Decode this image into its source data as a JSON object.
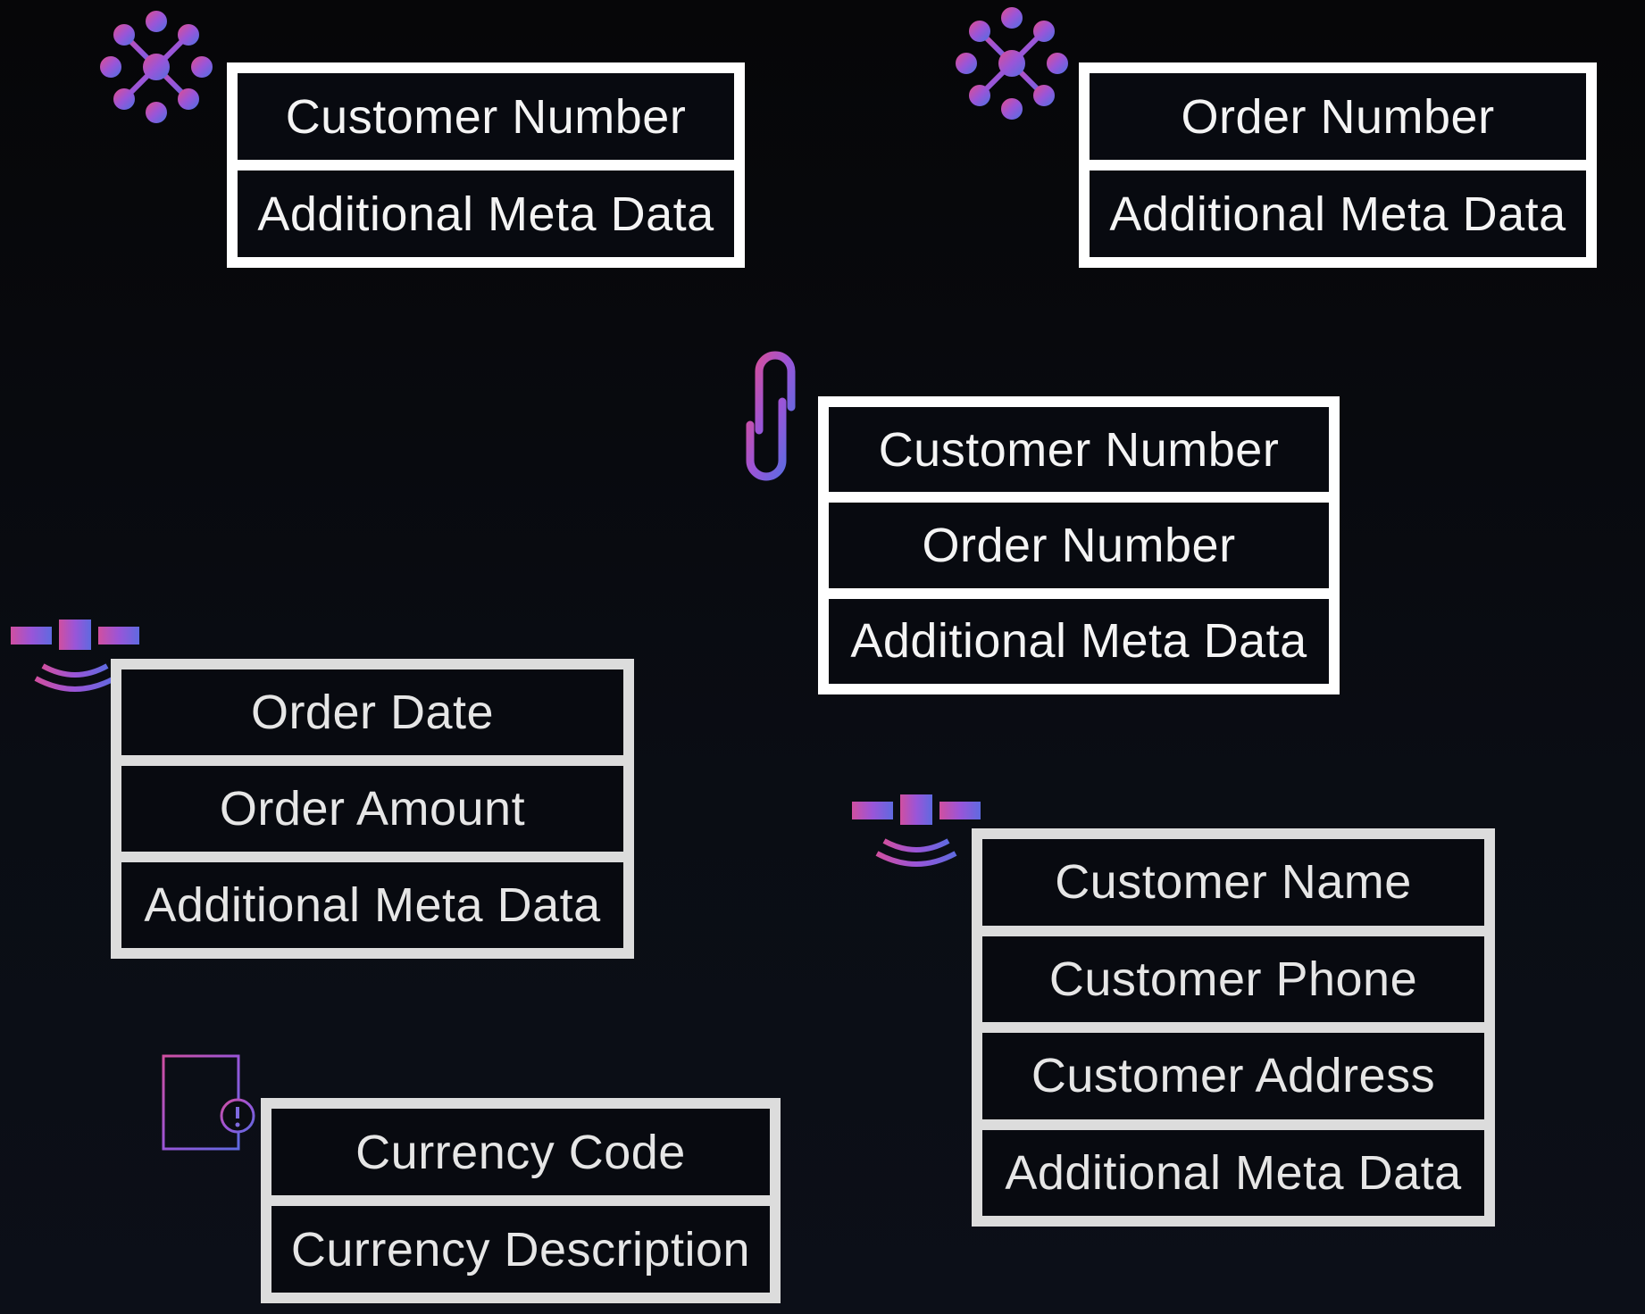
{
  "hub_customer": {
    "icon": "hub-icon",
    "fields": [
      "Customer Number",
      "Additional Meta Data"
    ]
  },
  "hub_order": {
    "icon": "hub-icon",
    "fields": [
      "Order Number",
      "Additional Meta Data"
    ]
  },
  "link_customer_order": {
    "icon": "link-icon",
    "fields": [
      "Customer Number",
      "Order Number",
      "Additional Meta Data"
    ]
  },
  "satellite_order": {
    "icon": "satellite-icon",
    "fields": [
      "Order Date",
      "Order Amount",
      "Additional Meta Data"
    ]
  },
  "satellite_customer": {
    "icon": "satellite-icon",
    "fields": [
      "Customer Name",
      "Customer Phone",
      "Customer Address",
      "Additional Meta Data"
    ]
  },
  "reference_currency": {
    "icon": "reference-table-icon",
    "fields": [
      "Currency Code",
      "Currency Description"
    ]
  },
  "colors": {
    "accent_pink": "#c24fa6",
    "accent_purple": "#8c55d6",
    "accent_blue": "#6e6ee0",
    "box_border": "#ffffff",
    "cell_bg": "#080a10"
  }
}
